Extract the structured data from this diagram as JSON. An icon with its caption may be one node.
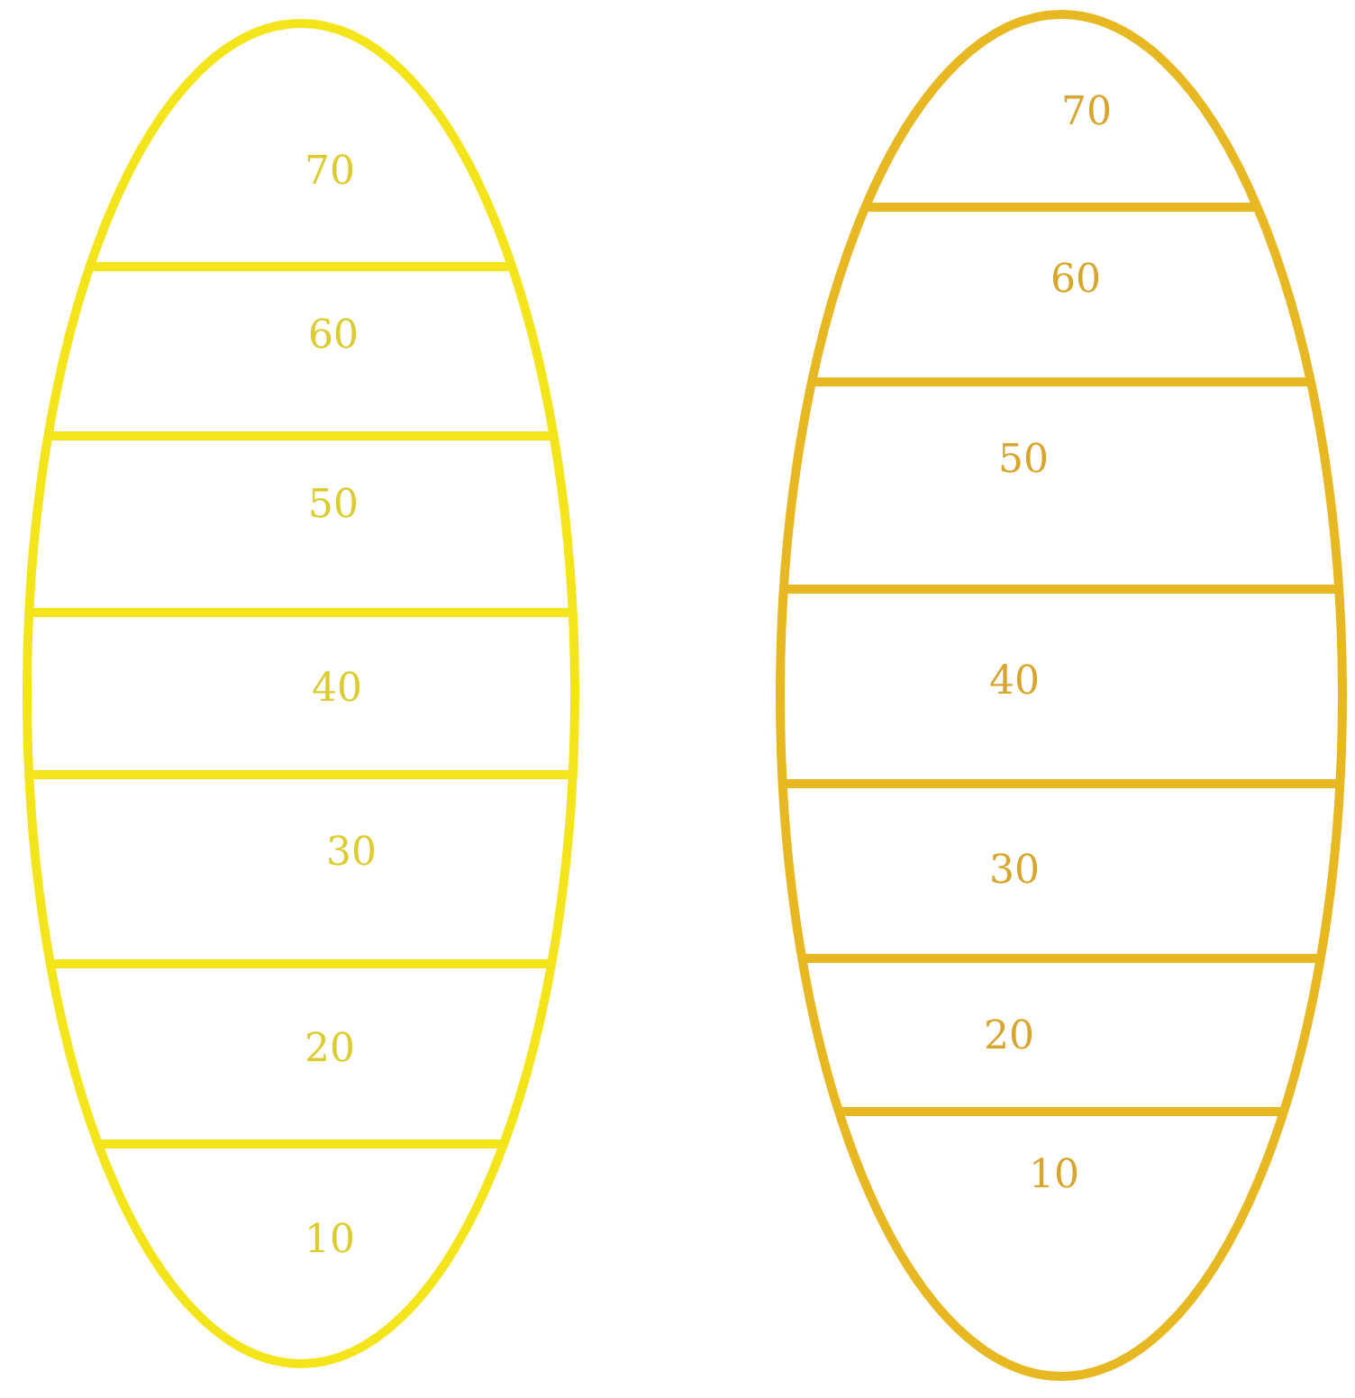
{
  "diagram": {
    "nodes": [
      {
        "text": [],
        "shape": "ellipse"
      },
      {
        "text": [
          "70"
        ],
        "in": 0
      },
      {
        "text": [
          "60"
        ],
        "in": 0
      },
      {
        "text": [
          "50"
        ],
        "in": 0
      },
      {
        "text": [
          "40"
        ],
        "in": 0
      },
      {
        "text": [
          "30"
        ],
        "in": 0
      },
      {
        "text": [
          "20"
        ],
        "in": 0
      },
      {
        "text": [
          "10"
        ],
        "in": 0
      },
      {
        "text": [],
        "shape": "ellipse"
      },
      {
        "text": [
          "70"
        ],
        "in": 8
      },
      {
        "text": [
          "60"
        ],
        "in": 8
      },
      {
        "text": [
          "50"
        ],
        "in": 8
      },
      {
        "text": [
          "40"
        ],
        "in": 8
      },
      {
        "text": [
          "30"
        ],
        "in": 8
      },
      {
        "text": [
          "20"
        ],
        "in": 8
      },
      {
        "text": [
          "10"
        ],
        "in": 8
      }
    ]
  }
}
